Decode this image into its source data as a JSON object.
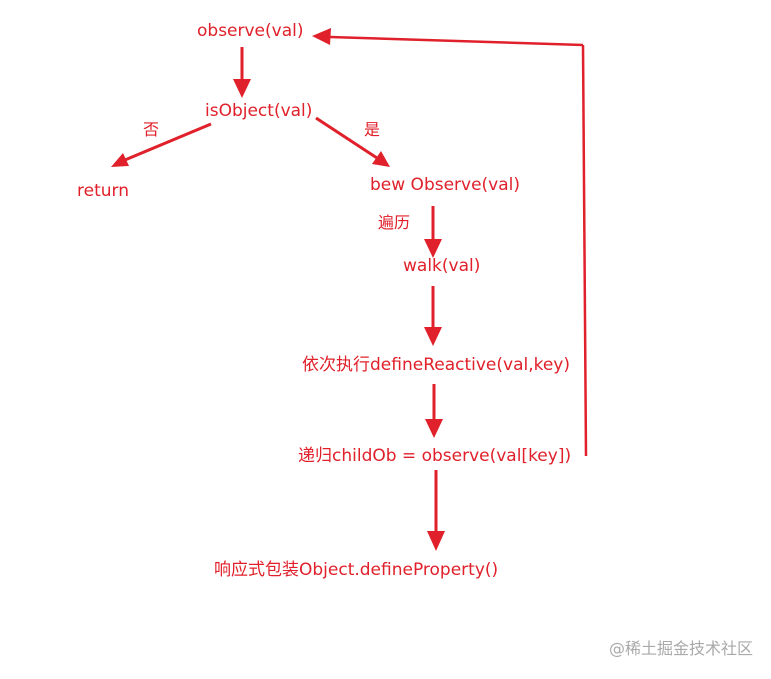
{
  "colors": {
    "accent": "#e0202a",
    "background": "#ffffff",
    "watermark": "#a9a9a9"
  },
  "nodes": {
    "observe": "observe(val)",
    "is_object": "isObject(val)",
    "return": "return",
    "new_observe": "bew Observe(val)",
    "walk": "walk(val)",
    "define_reactive": "依次执行defineReactive(val,key)",
    "recursive": "递归childOb = observe(val[key])",
    "define_property": "响应式包装Object.defineProperty()"
  },
  "edge_labels": {
    "no": "否",
    "yes": "是",
    "traverse": "遍历"
  },
  "watermark": "@稀土掘金技术社区"
}
